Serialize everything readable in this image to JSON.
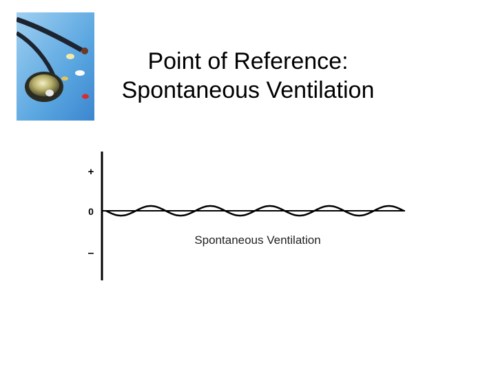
{
  "slide": {
    "title_line1": "Point of Reference:",
    "title_line2": "Spontaneous Ventilation"
  },
  "logo": {
    "icon": "stethoscope-pills-icon"
  },
  "diagram": {
    "axis_labels": {
      "plus": "+",
      "zero": "0",
      "minus": "–"
    },
    "caption": "Spontaneous Ventilation",
    "waveform": {
      "cycles": 5,
      "baseline": 0
    }
  }
}
